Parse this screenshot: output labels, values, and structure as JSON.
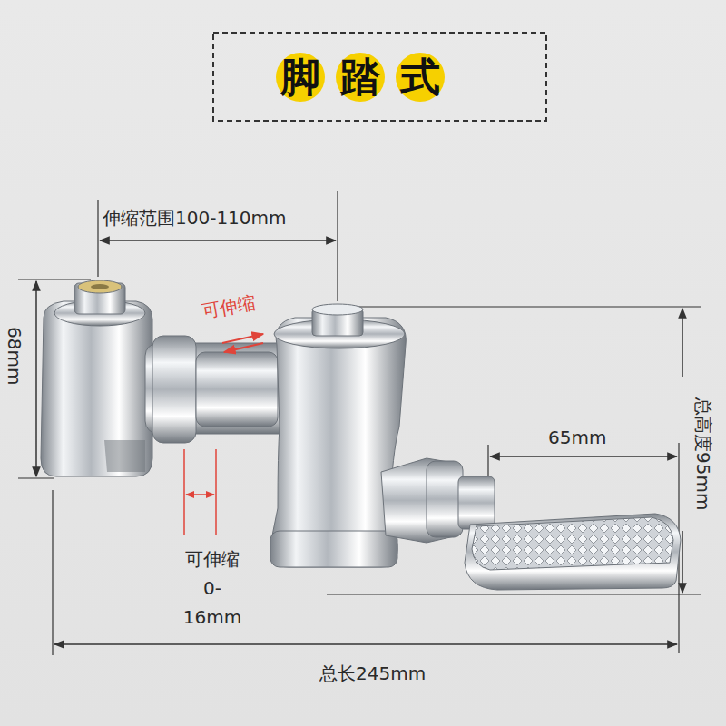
{
  "diagram": {
    "title": "脚踏式",
    "labels": [
      "伸缩范围100-110mm",
      "可伸缩",
      "68mm",
      "总高度95mm",
      "65mm",
      "可伸缩 0-16mm",
      "总长245mm"
    ]
  }
}
